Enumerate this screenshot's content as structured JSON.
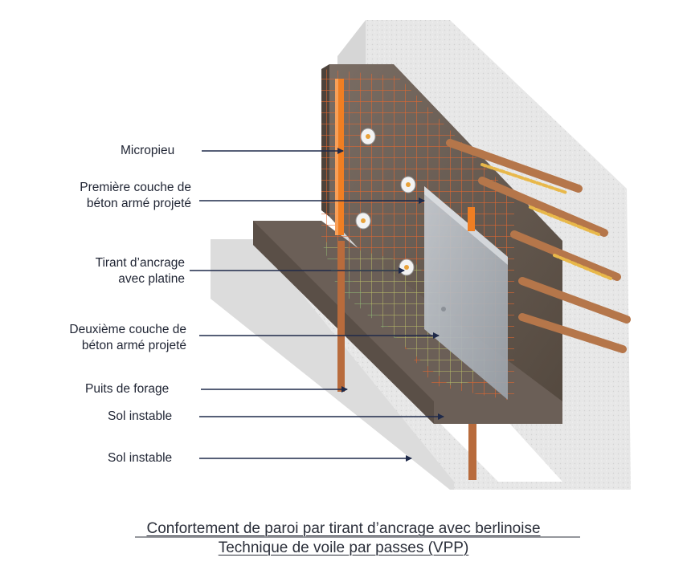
{
  "labels": {
    "micropieu": "Micropieu",
    "premiere_line1": "Première couche de",
    "premiere_line2": "béton armé projeté",
    "tirant_line1": "Tirant d’ancrage",
    "tirant_line2": "avec platine",
    "deuxieme_line1": "Deuxième couche de",
    "deuxieme_line2": "béton armé projeté",
    "puits": "Puits de forage",
    "sol1": "Sol instable",
    "sol2": "Sol instable"
  },
  "caption": {
    "line1": "Confortement de paroi par tirant d’ancrage avec berlinoise",
    "line2": "Technique de voile par passes (VPP)"
  },
  "colors": {
    "arrow": "#1f2a4a",
    "text": "#1f2433",
    "concrete": "#6a5f58",
    "soil": "#e6e6e6",
    "rebar": "#e2602a",
    "micropile": "#f07e22",
    "anchor": "#b9774a"
  }
}
